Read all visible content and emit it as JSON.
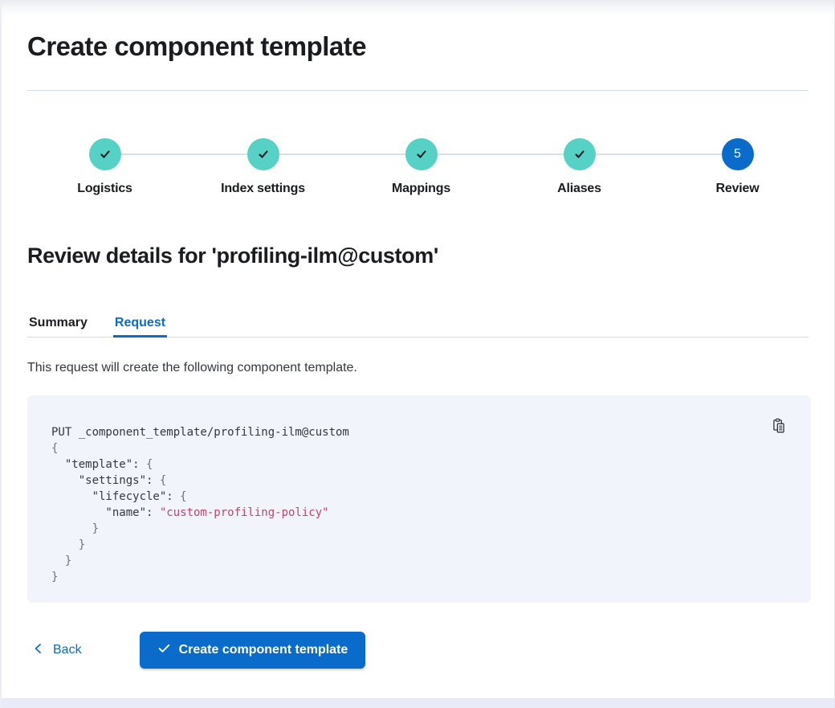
{
  "page": {
    "title": "Create component template"
  },
  "stepper": {
    "steps": [
      {
        "label": "Logistics",
        "status": "complete"
      },
      {
        "label": "Index settings",
        "status": "complete"
      },
      {
        "label": "Mappings",
        "status": "complete"
      },
      {
        "label": "Aliases",
        "status": "complete"
      },
      {
        "label": "Review",
        "status": "current",
        "number": "5"
      }
    ]
  },
  "review": {
    "heading": "Review details for 'profiling-ilm@custom'",
    "tabs": [
      {
        "label": "Summary",
        "selected": false
      },
      {
        "label": "Request",
        "selected": true
      }
    ],
    "description": "This request will create the following component template."
  },
  "code_block": {
    "copy_icon": "copy-clipboard-icon",
    "lines": [
      [
        [
          "plain",
          "PUT _component_template/profiling-ilm@custom"
        ]
      ],
      [
        [
          "punct",
          "{"
        ]
      ],
      [
        [
          "plain",
          "  \"template\": "
        ],
        [
          "punct",
          "{"
        ]
      ],
      [
        [
          "plain",
          "    \"settings\": "
        ],
        [
          "punct",
          "{"
        ]
      ],
      [
        [
          "plain",
          "      \"lifecycle\": "
        ],
        [
          "punct",
          "{"
        ]
      ],
      [
        [
          "plain",
          "        \"name\": "
        ],
        [
          "string",
          "\"custom-profiling-policy\""
        ]
      ],
      [
        [
          "punct",
          "      }"
        ]
      ],
      [
        [
          "punct",
          "    }"
        ]
      ],
      [
        [
          "punct",
          "  }"
        ]
      ],
      [
        [
          "punct",
          "}"
        ]
      ]
    ]
  },
  "footer": {
    "back_label": "Back",
    "submit_label": "Create component template"
  },
  "colors": {
    "primary_blue": "#0B6BCB",
    "step_complete_teal": "#55D1C5",
    "step_check": "#14191F",
    "code_background": "#F1F4FA",
    "code_string": "#B9486D",
    "code_punctuation": "#6A7180",
    "text_dark": "#1A1C21",
    "text_body": "#343741",
    "divider": "#D3DAE6",
    "bottom_strip": "#E9ECF8"
  }
}
